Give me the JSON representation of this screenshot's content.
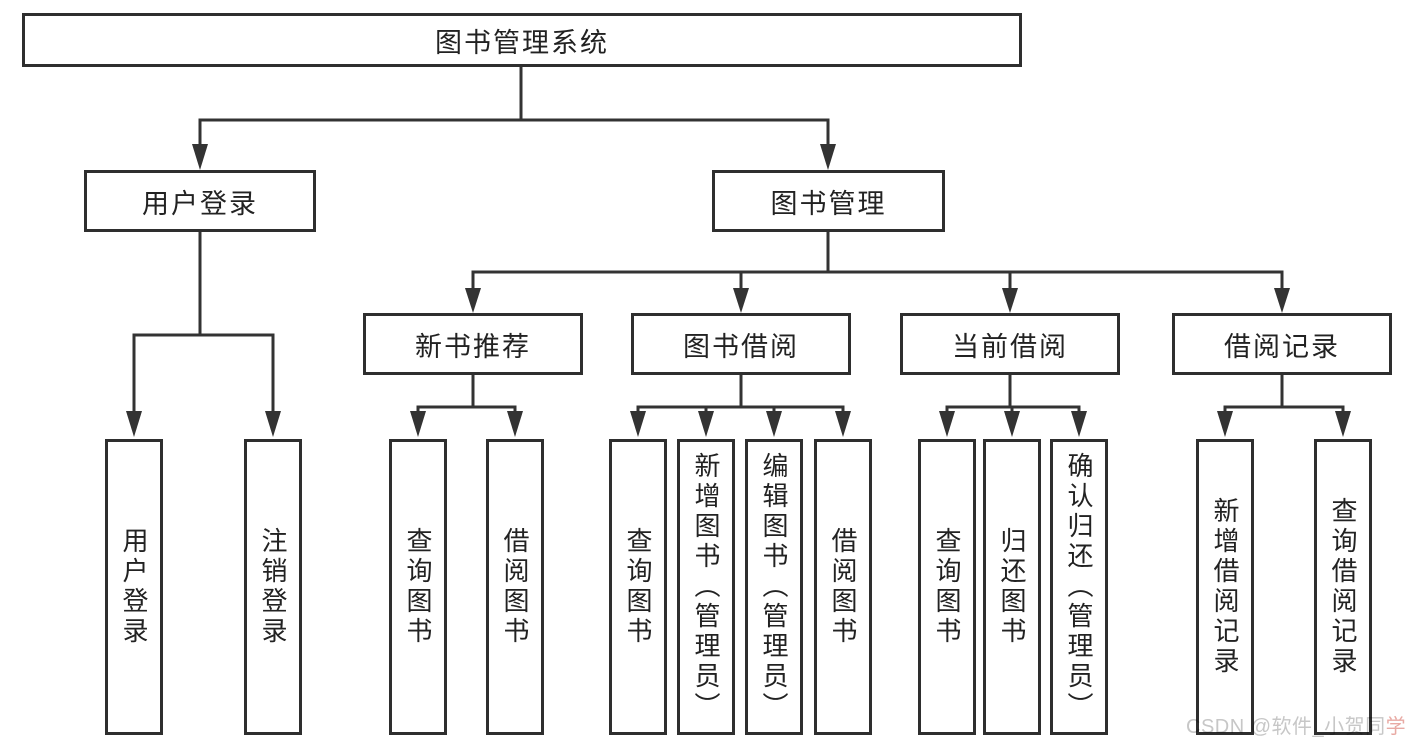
{
  "tree": {
    "label": "图书管理系统",
    "children": [
      {
        "label": "用户登录",
        "children": [
          {
            "label": "用户登录"
          },
          {
            "label": "注销登录"
          }
        ]
      },
      {
        "label": "图书管理",
        "children": [
          {
            "label": "新书推荐",
            "children": [
              {
                "label": "查询图书"
              },
              {
                "label": "借阅图书"
              }
            ]
          },
          {
            "label": "图书借阅",
            "children": [
              {
                "label": "查询图书"
              },
              {
                "label": "新增图书（管理员）"
              },
              {
                "label": "编辑图书（管理员）"
              },
              {
                "label": "借阅图书"
              }
            ]
          },
          {
            "label": "当前借阅",
            "children": [
              {
                "label": "查询图书"
              },
              {
                "label": "归还图书"
              },
              {
                "label": "确认归还（管理员）"
              }
            ]
          },
          {
            "label": "借阅记录",
            "children": [
              {
                "label": "新增借阅记录"
              },
              {
                "label": "查询借阅记录"
              }
            ]
          }
        ]
      }
    ]
  },
  "watermark": {
    "text_main": "CSDN @软件_小贺同",
    "text_accent": "学"
  },
  "colors": {
    "line": "#333333",
    "box_border": "#2e2e2e",
    "text": "#222222",
    "background": "#ffffff",
    "watermark_gray": "#c7c7c7",
    "watermark_accent": "#e8aaa4"
  }
}
